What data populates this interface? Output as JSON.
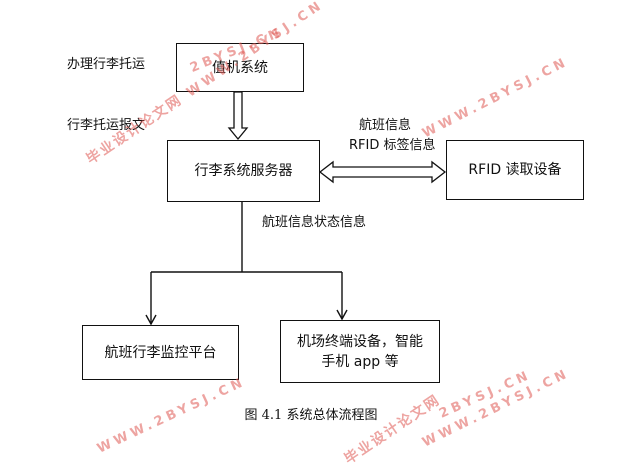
{
  "boxes": {
    "checkin": "值机系统",
    "server": "行李系统服务器",
    "rfid": "RFID 读取设备",
    "monitor": "航班行李监控平台",
    "terminal_line1": "机场终端设备，智能",
    "terminal_line2": "手机 app 等"
  },
  "labels": {
    "handle_checkin": "办理行李托运",
    "baggage_message": "行李托运报文",
    "flight_info": "航班信息",
    "rfid_tag_info": "RFID 标签信息",
    "flight_status": "航班信息状态信息"
  },
  "caption": "图 4.1  系统总体流程图",
  "watermarks": {
    "site_cn": "毕业设计论文网",
    "site_url": "WWW.2BYSJ.CN",
    "site_url_lower": "2BYSJ.CN"
  },
  "colors": {
    "line": "#111111",
    "watermark": "#e05a55"
  }
}
